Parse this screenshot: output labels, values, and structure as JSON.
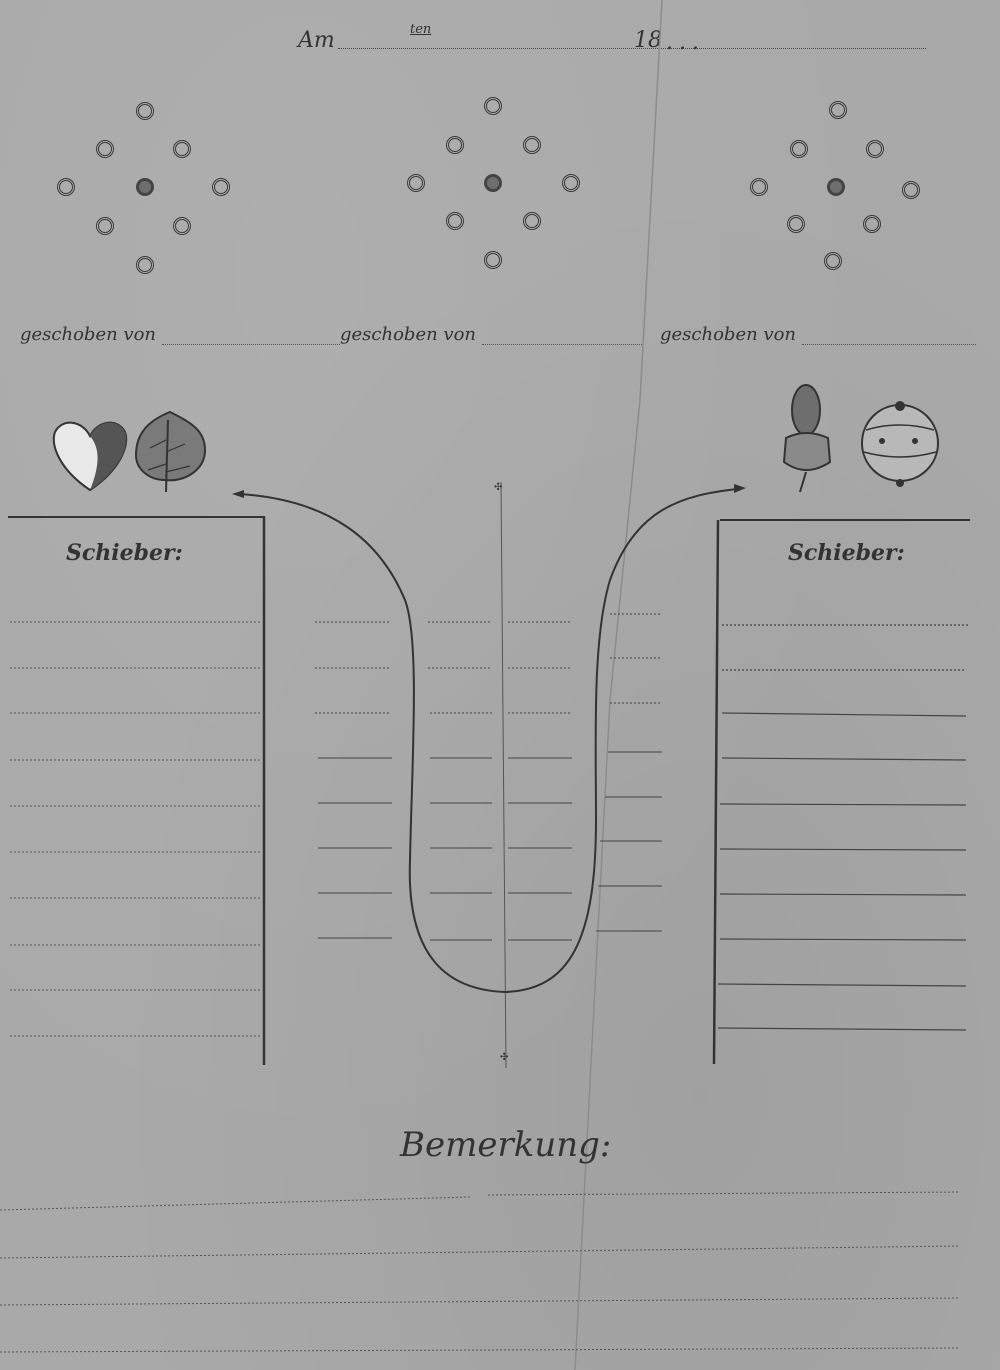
{
  "header": {
    "am_label": "Am",
    "ten_label": "ten",
    "year_label": "18",
    "year_suffix": "..."
  },
  "pushed_by": [
    "geschoben von",
    "geschoben von",
    "geschoben von"
  ],
  "left_panel": {
    "title": "Schieber:",
    "icons": [
      "heart-suit-icon",
      "leaf-suit-icon"
    ]
  },
  "right_panel": {
    "title": "Schieber:",
    "icons": [
      "acorn-suit-icon",
      "bell-suit-icon"
    ]
  },
  "remark": {
    "label": "Bemerkung:"
  }
}
